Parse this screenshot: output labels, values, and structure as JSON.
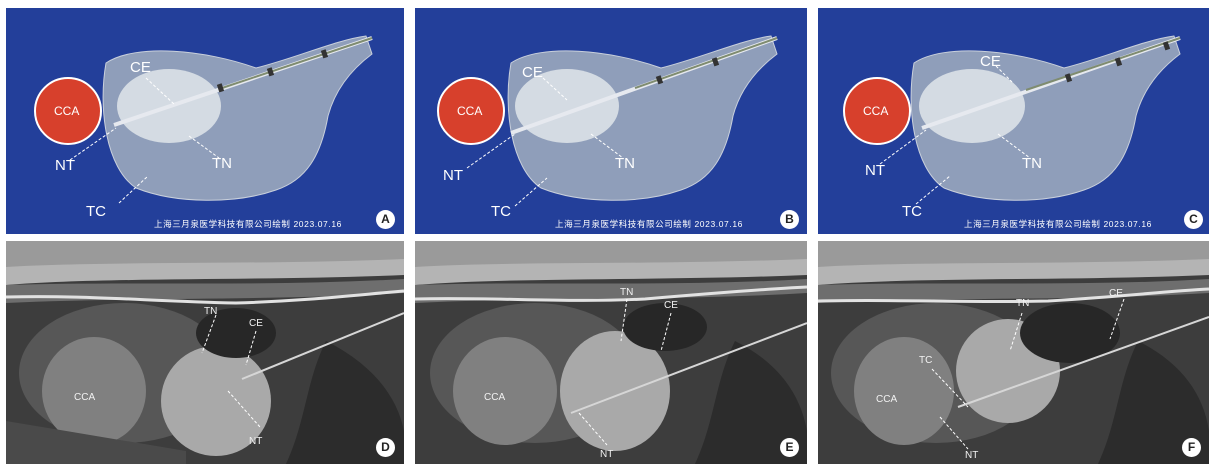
{
  "colors": {
    "diagram_background": "#233f9a",
    "cca_circle": "#d7402c",
    "gland": "#8f9eba",
    "nodule": "#d4dbe3",
    "ultrasound_background": "#3b3b3b"
  },
  "credit_text": "上海三月泉医学科技有限公司绘制 2023.07.16",
  "top_panels": [
    {
      "tag": "A",
      "cca": "CCA",
      "ce": "CE",
      "nt": "NT",
      "tn": "TN",
      "tc": "TC"
    },
    {
      "tag": "B",
      "cca": "CCA",
      "ce": "CE",
      "nt": "NT",
      "tn": "TN",
      "tc": "TC"
    },
    {
      "tag": "C",
      "cca": "CCA",
      "ce": "CE",
      "nt": "NT",
      "tn": "TN",
      "tc": "TC"
    }
  ],
  "bottom_panels": [
    {
      "tag": "D",
      "tn": "TN",
      "ce": "CE",
      "cca": "CCA",
      "nt": "NT"
    },
    {
      "tag": "E",
      "tn": "TN",
      "ce": "CE",
      "cca": "CCA",
      "nt": "NT"
    },
    {
      "tag": "F",
      "tn": "TN",
      "ce": "CE",
      "tc": "TC",
      "cca": "CCA",
      "nt": "NT"
    }
  ]
}
